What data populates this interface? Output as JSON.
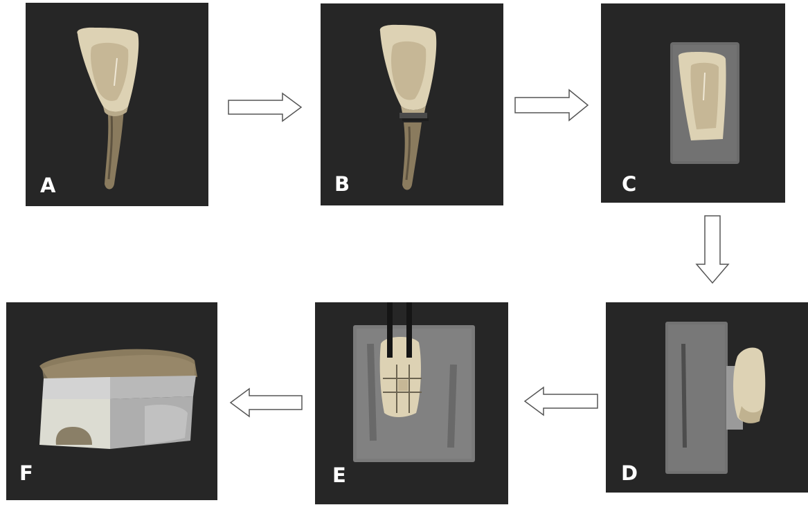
{
  "panels": {
    "a": {
      "label": "A"
    },
    "b": {
      "label": "B"
    },
    "c": {
      "label": "C"
    },
    "d": {
      "label": "D"
    },
    "e": {
      "label": "E"
    },
    "f": {
      "label": "F"
    }
  },
  "icons": {
    "arrow_a_b": "right-arrow-icon",
    "arrow_b_c": "right-arrow-icon",
    "arrow_c_d": "down-arrow-icon",
    "arrow_d_e": "left-arrow-icon",
    "arrow_e_f": "left-arrow-icon"
  },
  "colors": {
    "panel_background": "#262626",
    "label_text": "#ffffff",
    "crown": "#d9cdae",
    "root": "#8a7b5e",
    "resin_block": "#6e6e6e"
  }
}
